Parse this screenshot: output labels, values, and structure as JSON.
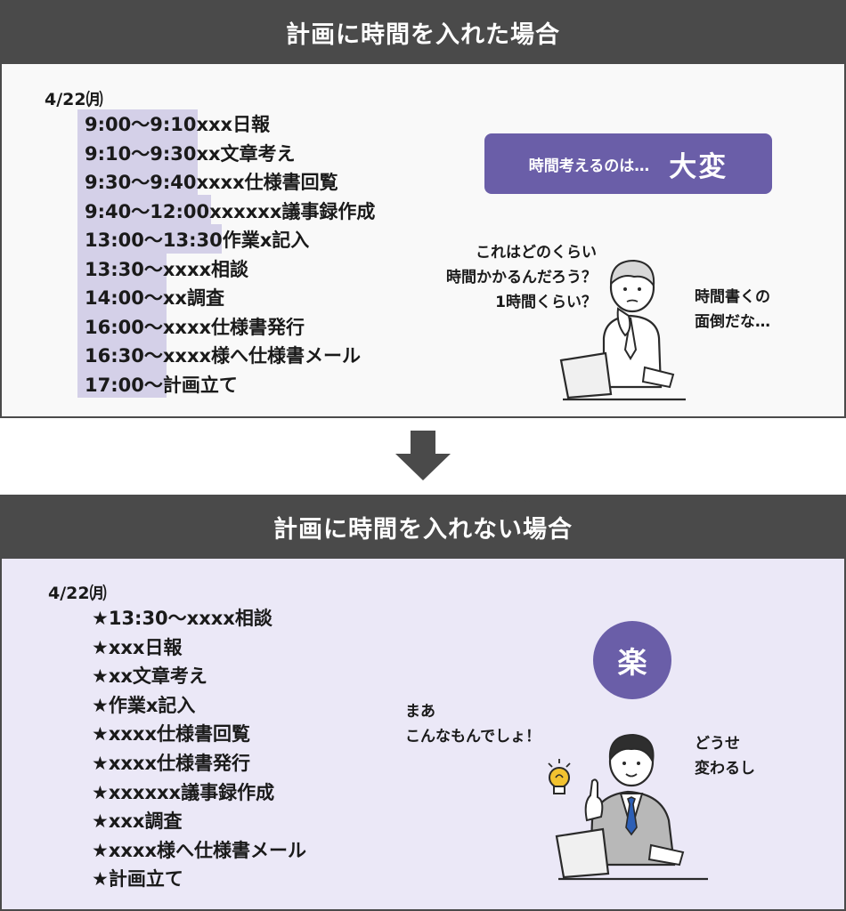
{
  "top": {
    "title": "計画に時間を入れた場合",
    "date": "4/22㈪",
    "schedule": [
      {
        "time": "9:00〜9:10",
        "task": "xxx日報"
      },
      {
        "time": "9:10〜9:30",
        "task": "xx文章考え"
      },
      {
        "time": "9:30〜9:40",
        "task": "xxxx仕様書回覧"
      },
      {
        "time": "9:40〜12:00",
        "task": "xxxxxx議事録作成"
      },
      {
        "time": "13:00〜13:30",
        "task": "作業x記入"
      },
      {
        "time": "13:30〜",
        "task": "xxxx相談"
      },
      {
        "time": "14:00〜",
        "task": "xx調査"
      },
      {
        "time": "16:00〜",
        "task": "xxxx仕様書発行"
      },
      {
        "time": "16:30〜",
        "task": "xxxx様へ仕様書メール"
      },
      {
        "time": "17:00〜",
        "task": "計画立て"
      }
    ],
    "badge_small": "時間考えるのは…",
    "badge_big": "大変",
    "bubble_left": [
      "これはどのくらい",
      "時間かかるんだろう？",
      "1時間くらい？"
    ],
    "bubble_right": [
      "時間書くの",
      "面倒だな…"
    ]
  },
  "bottom": {
    "title": "計画に時間を入れない場合",
    "date": "4/22㈪",
    "tasks": [
      "★13:30〜xxxx相談",
      "★xxx日報",
      "★xx文章考え",
      "★作業x記入",
      "★xxxx仕様書回覧",
      "★xxxx仕様書発行",
      "★xxxxxx議事録作成",
      "★xxx調査",
      "★xxxx様へ仕様書メール",
      "★計画立て"
    ],
    "badge": "楽",
    "bubble_left": [
      "まあ",
      "こんなもんでしょ！"
    ],
    "bubble_right": [
      "どうせ",
      "変わるし"
    ]
  },
  "colors": {
    "header_bg": "#4a4a4a",
    "accent": "#6a5ea8",
    "highlight": "#d4d0e8",
    "bottom_panel_bg": "#ebe8f7",
    "tie": "#2d5fb5",
    "bulb": "#f2c230"
  },
  "icons": [
    "down-arrow-icon",
    "thinking-person-illustration",
    "confident-person-illustration",
    "lightbulb-icon",
    "laptop-icon"
  ]
}
